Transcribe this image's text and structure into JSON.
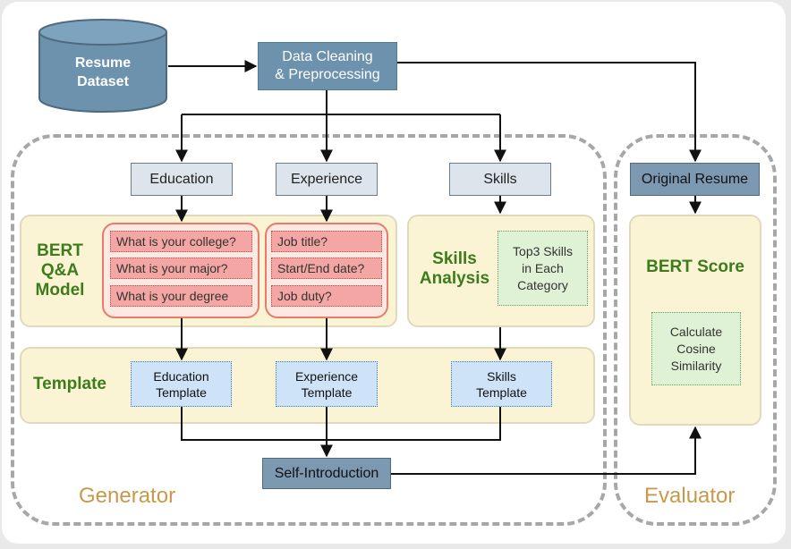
{
  "dataset": {
    "label_line1": "Resume",
    "label_line2": "Dataset"
  },
  "cleaning": {
    "label_line1": "Data Cleaning",
    "label_line2": "& Preprocessing"
  },
  "sections": {
    "education": "Education",
    "experience": "Experience",
    "skills": "Skills"
  },
  "original_resume": "Original Resume",
  "bert_qa": {
    "line1": "BERT",
    "line2": "Q&A",
    "line3": "Model"
  },
  "education_questions": [
    "What is your college?",
    "What is your major?",
    "What is your degree"
  ],
  "experience_questions": [
    "Job title?",
    "Start/End date?",
    "Job duty?"
  ],
  "skills_analysis": {
    "line1": "Skills",
    "line2": "Analysis"
  },
  "top_skills": {
    "line1": "Top3 Skills",
    "line2": "in Each",
    "line3": "Category"
  },
  "bert_score": "BERT Score",
  "cosine": {
    "line1": "Calculate",
    "line2": "Cosine",
    "line3": "Similarity"
  },
  "template_label": "Template",
  "templates": {
    "education": {
      "line1": "Education",
      "line2": "Template"
    },
    "experience": {
      "line1": "Experience",
      "line2": "Template"
    },
    "skills": {
      "line1": "Skills",
      "line2": "Template"
    }
  },
  "self_intro": "Self-Introduction",
  "generator_label": "Generator",
  "evaluator_label": "Evaluator",
  "colors": {
    "accent_green": "#3d7c1d",
    "gold": "#c8994a",
    "steel": "#6d92ad",
    "pink": "#f3a6a3",
    "blue": "#cfe3f8",
    "cream": "#fbf4d4"
  }
}
